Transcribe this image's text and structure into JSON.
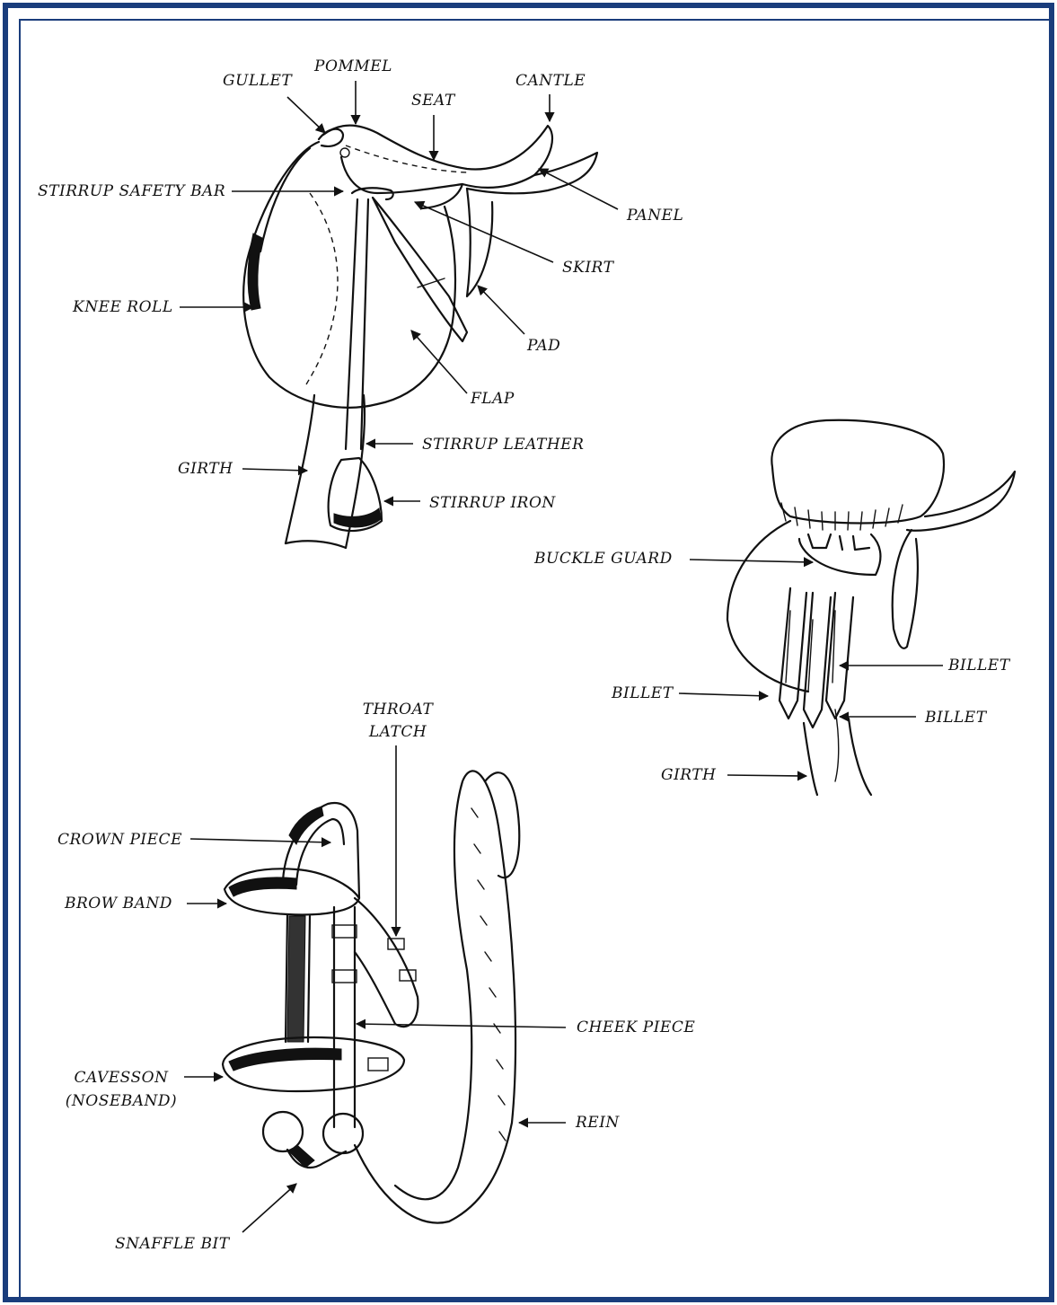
{
  "border_color": "#1a3d7c",
  "saddle": {
    "gullet": "GULLET",
    "pommel": "POMMEL",
    "seat": "SEAT",
    "cantle": "CANTLE",
    "stirrup_safety_bar": "STIRRUP SAFETY BAR",
    "panel": "PANEL",
    "skirt": "SKIRT",
    "knee_roll": "KNEE ROLL",
    "pad": "PAD",
    "flap": "FLAP",
    "stirrup_leather": "STIRRUP LEATHER",
    "girth": "GIRTH",
    "stirrup_iron": "STIRRUP IRON"
  },
  "saddle_underside": {
    "buckle_guard": "BUCKLE GUARD",
    "billet_right_top": "BILLET",
    "billet_left": "BILLET",
    "billet_right_bottom": "BILLET",
    "girth": "GIRTH"
  },
  "bridle": {
    "throat_latch_line1": "THROAT",
    "throat_latch_line2": "LATCH",
    "crown_piece": "CROWN PIECE",
    "brow_band": "BROW BAND",
    "cheek_piece": "CHEEK PIECE",
    "cavesson_line1": "CAVESSON",
    "cavesson_line2": "(NOSEBAND)",
    "rein": "REIN",
    "snaffle_bit": "SNAFFLE BIT"
  }
}
